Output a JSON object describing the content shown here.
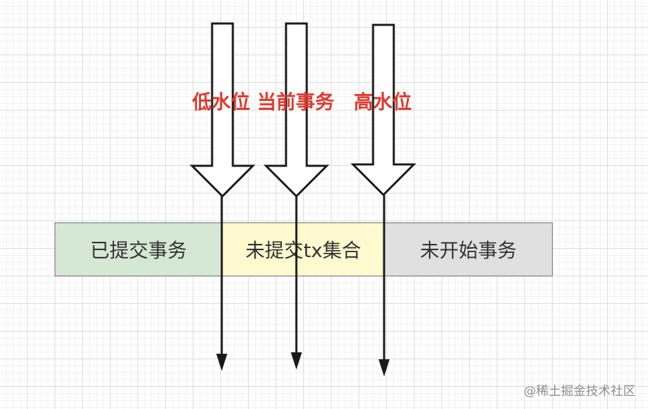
{
  "labels": {
    "low_watermark": "低水位",
    "current_tx": "当前事务",
    "high_watermark": "高水位"
  },
  "segments": {
    "committed": "已提交事务",
    "uncommitted": "未提交tx集合",
    "not_started": "未开始事务"
  },
  "colors": {
    "committed_fill": "#d5e8d4",
    "uncommitted_fill": "#fff9cf",
    "not_started_fill": "#e0e0e0",
    "label_red": "#e03a2e",
    "stroke": "#1a1a1a"
  },
  "watermark": "@稀土掘金技术社区"
}
